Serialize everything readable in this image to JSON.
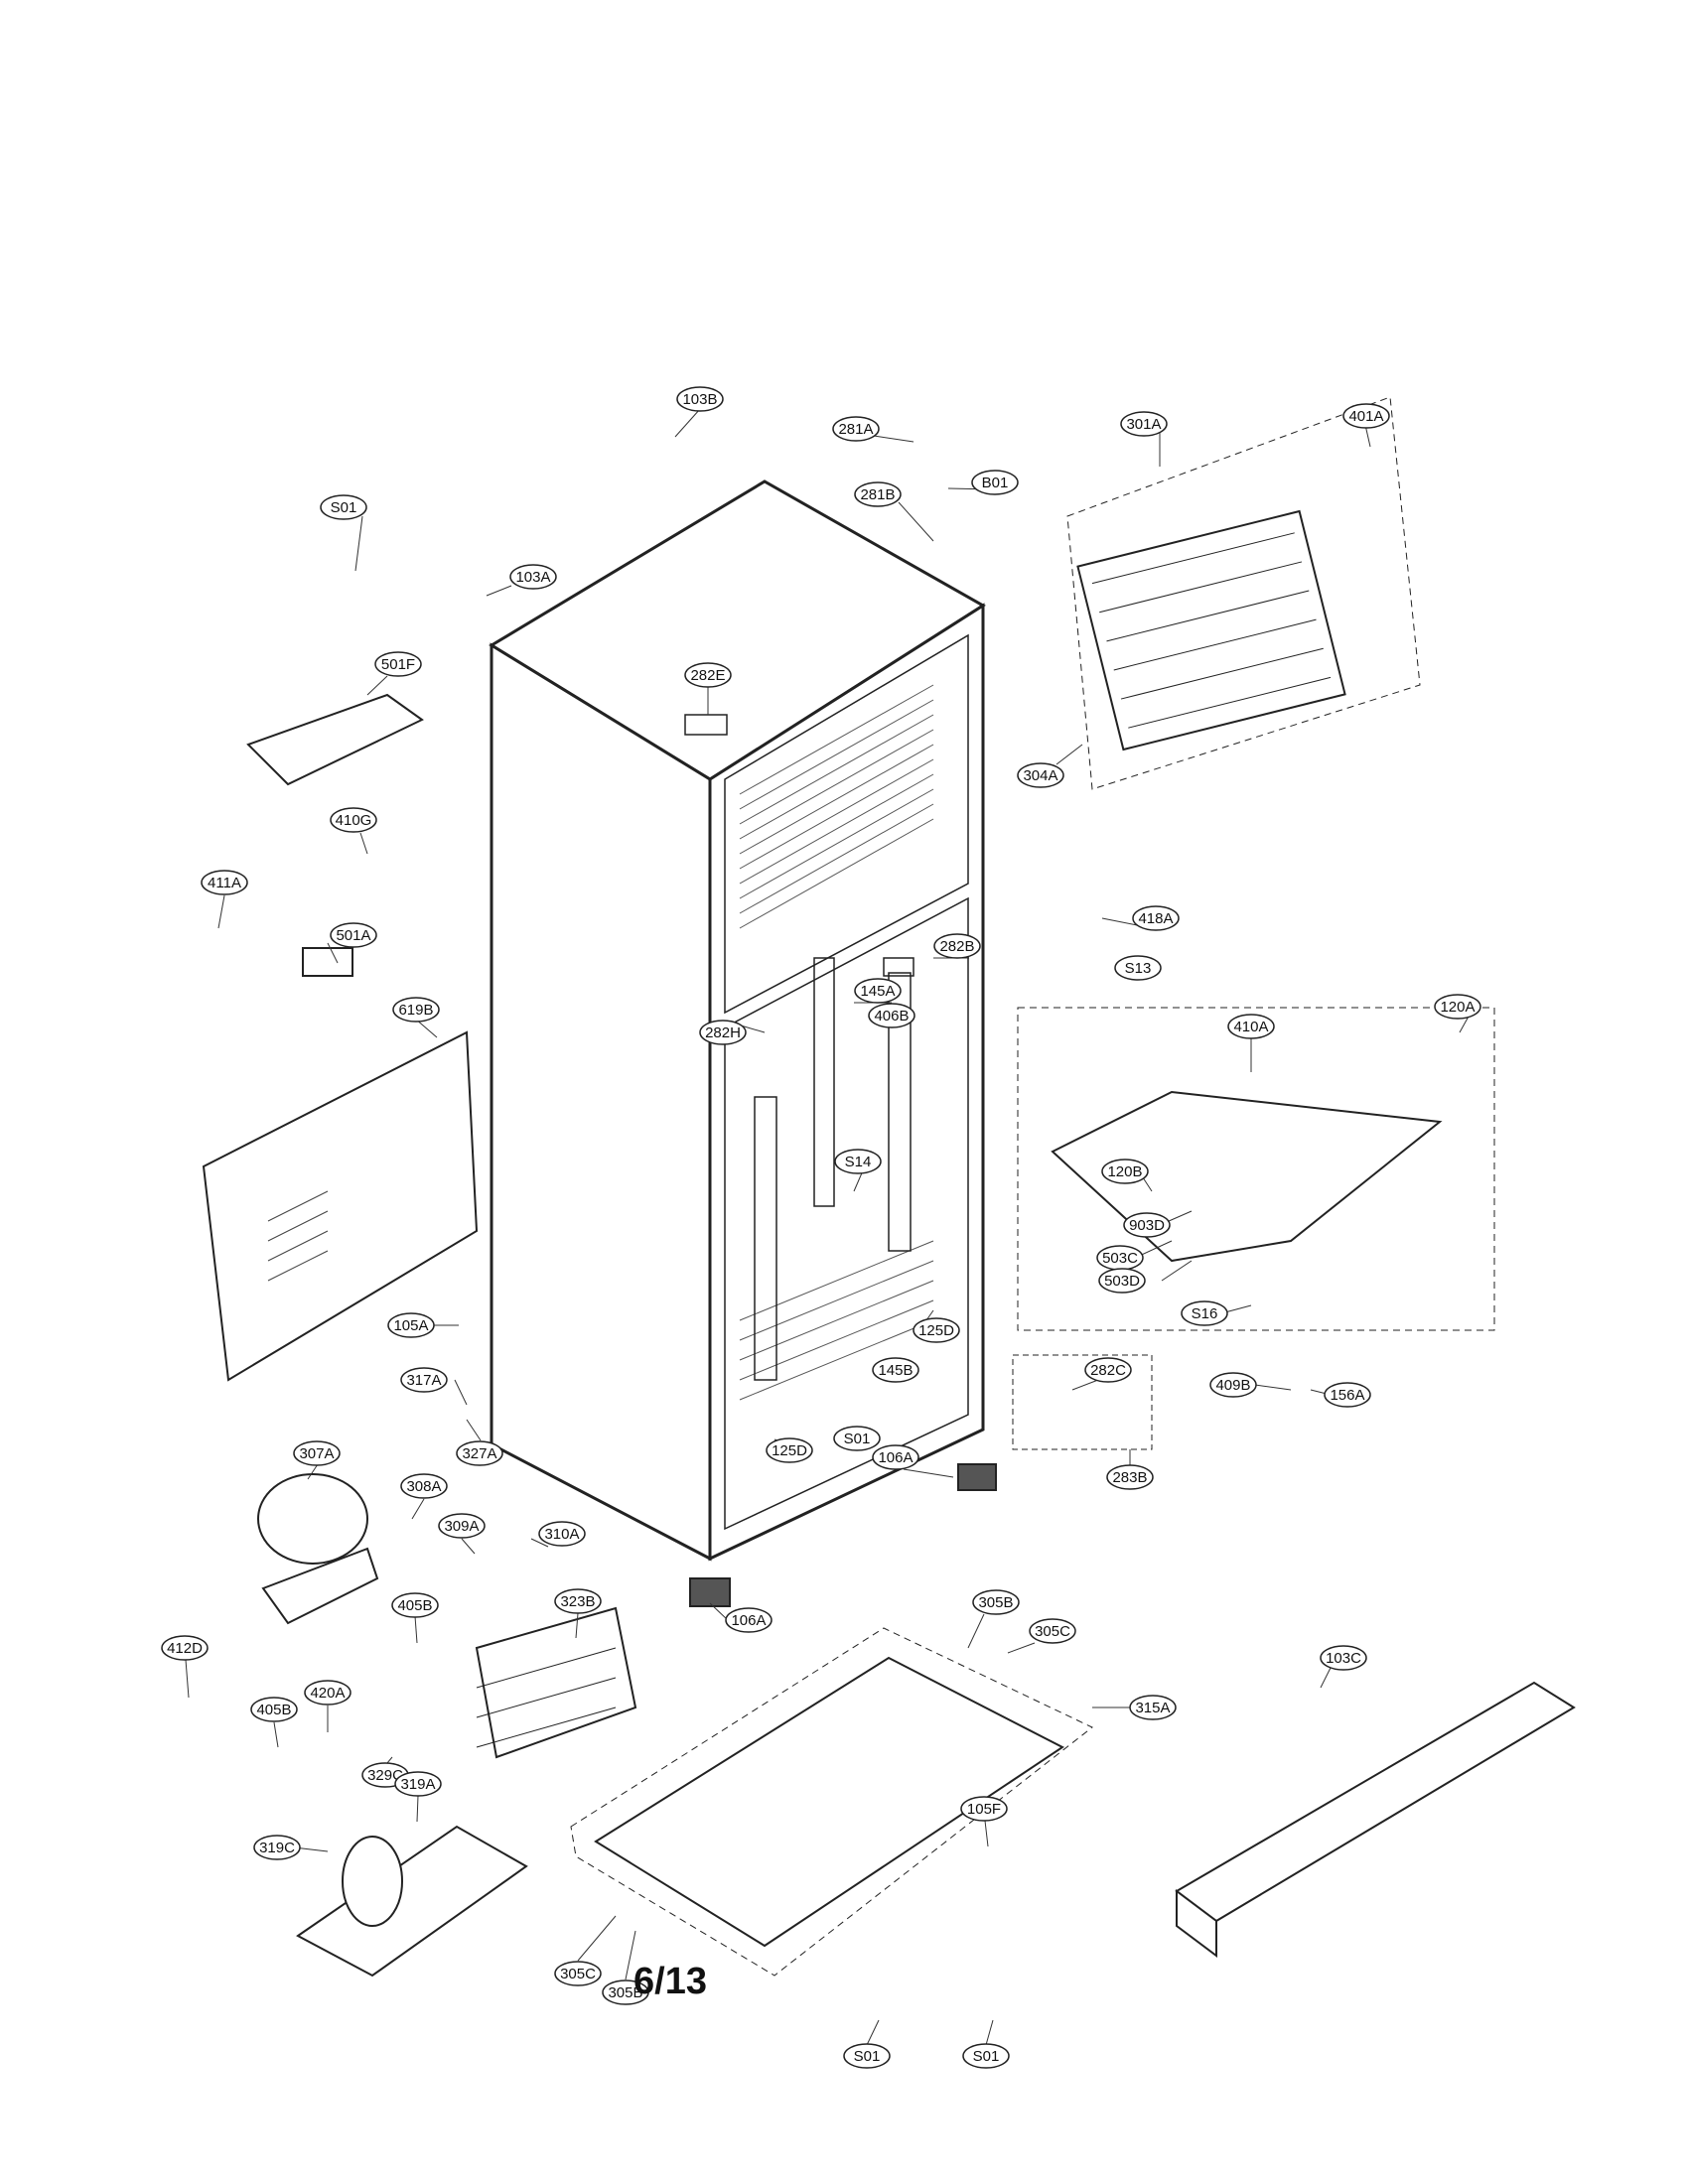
{
  "page": {
    "page_number": "6/13"
  },
  "parts": [
    {
      "id": "103B"
    },
    {
      "id": "S01"
    },
    {
      "id": "103A"
    },
    {
      "id": "281A"
    },
    {
      "id": "B01"
    },
    {
      "id": "281B"
    },
    {
      "id": "301A"
    },
    {
      "id": "401A"
    },
    {
      "id": "501F"
    },
    {
      "id": "282E"
    },
    {
      "id": "410G"
    },
    {
      "id": "411A"
    },
    {
      "id": "501A"
    },
    {
      "id": "619B"
    },
    {
      "id": "304A"
    },
    {
      "id": "418A"
    },
    {
      "id": "282B"
    },
    {
      "id": "406B"
    },
    {
      "id": "S13"
    },
    {
      "id": "145A"
    },
    {
      "id": "282H"
    },
    {
      "id": "120A"
    },
    {
      "id": "410A"
    },
    {
      "id": "S14"
    },
    {
      "id": "120B"
    },
    {
      "id": "903D"
    },
    {
      "id": "503C"
    },
    {
      "id": "503D"
    },
    {
      "id": "S16"
    },
    {
      "id": "105A"
    },
    {
      "id": "125D"
    },
    {
      "id": "317A"
    },
    {
      "id": "145B"
    },
    {
      "id": "282C"
    },
    {
      "id": "409B"
    },
    {
      "id": "156A"
    },
    {
      "id": "327A"
    },
    {
      "id": "125D"
    },
    {
      "id": "S01"
    },
    {
      "id": "106A"
    },
    {
      "id": "283B"
    },
    {
      "id": "307A"
    },
    {
      "id": "308A"
    },
    {
      "id": "309A"
    },
    {
      "id": "310A"
    },
    {
      "id": "323B"
    },
    {
      "id": "106A"
    },
    {
      "id": "305B"
    },
    {
      "id": "305C"
    },
    {
      "id": "412D"
    },
    {
      "id": "405B"
    },
    {
      "id": "315A"
    },
    {
      "id": "103C"
    },
    {
      "id": "405B"
    },
    {
      "id": "420A"
    },
    {
      "id": "329C"
    },
    {
      "id": "319A"
    },
    {
      "id": "319C"
    },
    {
      "id": "105F"
    },
    {
      "id": "305C"
    },
    {
      "id": "305B"
    },
    {
      "id": "S01"
    },
    {
      "id": "S01"
    }
  ]
}
